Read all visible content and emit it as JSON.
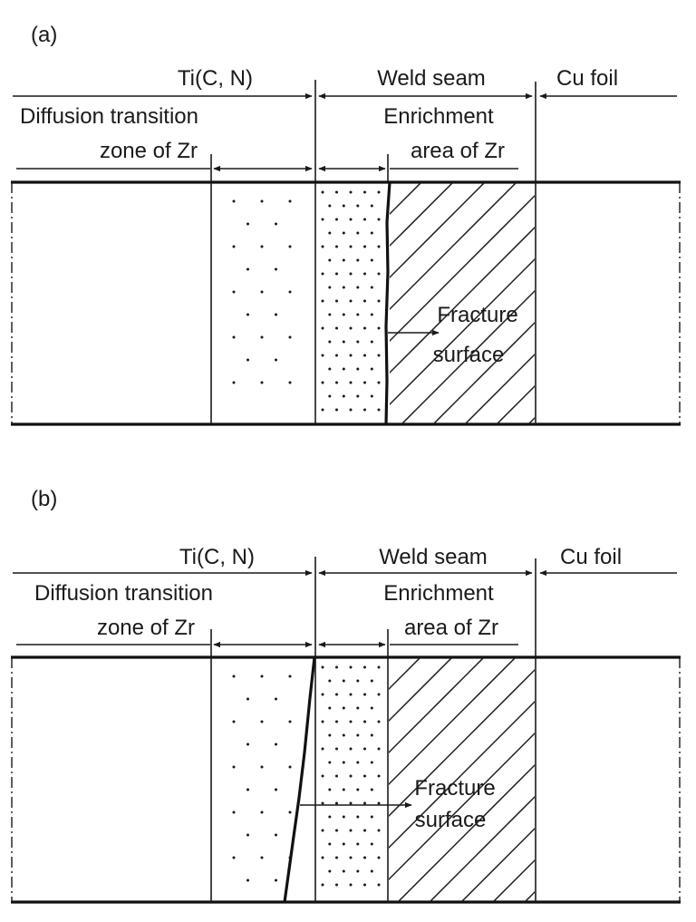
{
  "panels": [
    {
      "id": "a",
      "tag": "(a)",
      "labels": {
        "ticn": "Ti(C, N)",
        "weld_seam": "Weld seam",
        "cu_foil": "Cu foil",
        "diffusion_1": "Diffusion transition",
        "diffusion_2": "zone of Zr",
        "enrichment_1": "Enrichment",
        "enrichment_2": "area of Zr",
        "fracture_1": "Fracture",
        "fracture_2": "surface"
      }
    },
    {
      "id": "b",
      "tag": "(b)",
      "labels": {
        "ticn": "Ti(C, N)",
        "weld_seam": "Weld seam",
        "cu_foil": "Cu foil",
        "diffusion_1": "Diffusion transition",
        "diffusion_2": "zone of Zr",
        "enrichment_1": "Enrichment",
        "enrichment_2": "area of Zr",
        "fracture_1": "Fracture",
        "fracture_2": "surface"
      }
    }
  ],
  "colors": {
    "ink": "#1a1a1a",
    "background": "#ffffff"
  }
}
